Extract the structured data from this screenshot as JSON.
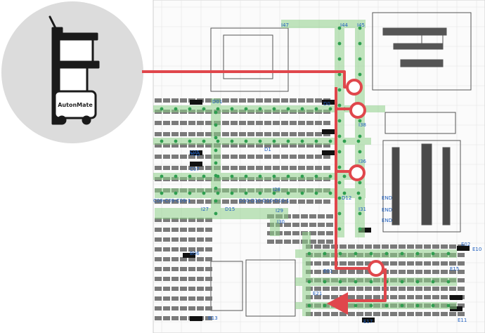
{
  "brand": {
    "name": "AutonMate"
  },
  "colors": {
    "route": "#e0474c",
    "path_green": "#8fd08a",
    "dot_green": "#2e9e4f",
    "rack_gray": "#7a7a7a",
    "badge_bg": "#111111",
    "label_blue": "#1f5fbf",
    "avatar_bg": "#dcdcdc"
  },
  "icons": {
    "robot": "robot-cart-icon",
    "arrow": "route-arrow-icon"
  },
  "map": {
    "aisle_labels": [
      {
        "id": "i47",
        "text": "I47"
      },
      {
        "id": "i44",
        "text": "I44"
      },
      {
        "id": "i45",
        "text": "I45"
      },
      {
        "id": "d1",
        "text": "D1"
      },
      {
        "id": "d2",
        "text": "D0"
      },
      {
        "id": "end1",
        "text": "END"
      },
      {
        "id": "end2",
        "text": "END"
      },
      {
        "id": "end3",
        "text": "END"
      },
      {
        "id": "i27",
        "text": "I27"
      },
      {
        "id": "i28",
        "text": "I28"
      },
      {
        "id": "i29",
        "text": "I29"
      },
      {
        "id": "i30",
        "text": "I30"
      },
      {
        "id": "i31",
        "text": "I31"
      },
      {
        "id": "i38",
        "text": "I38"
      },
      {
        "id": "i36",
        "text": "I36"
      },
      {
        "id": "d12",
        "text": "D12"
      },
      {
        "id": "c09",
        "text": "C09-C09-C09-1"
      },
      {
        "id": "d10",
        "text": "D10-D10-D10-D10-1"
      },
      {
        "id": "d15",
        "text": "D15"
      },
      {
        "id": "e10",
        "text": "E10"
      },
      {
        "id": "e02",
        "text": "E02"
      },
      {
        "id": "e11",
        "text": "E11"
      },
      {
        "id": "e17",
        "text": "E17"
      },
      {
        "id": "e15",
        "text": "E15"
      },
      {
        "id": "b13",
        "text": "B13"
      },
      {
        "id": "b06",
        "text": "B06"
      },
      {
        "id": "tco",
        "text": "TCO"
      },
      {
        "id": "d01",
        "text": "D01"
      },
      {
        "id": "c05",
        "text": "C05"
      },
      {
        "id": "c07",
        "text": "C07"
      },
      {
        "id": "e01",
        "text": "E01"
      },
      {
        "id": "e21",
        "text": "E21"
      }
    ]
  }
}
